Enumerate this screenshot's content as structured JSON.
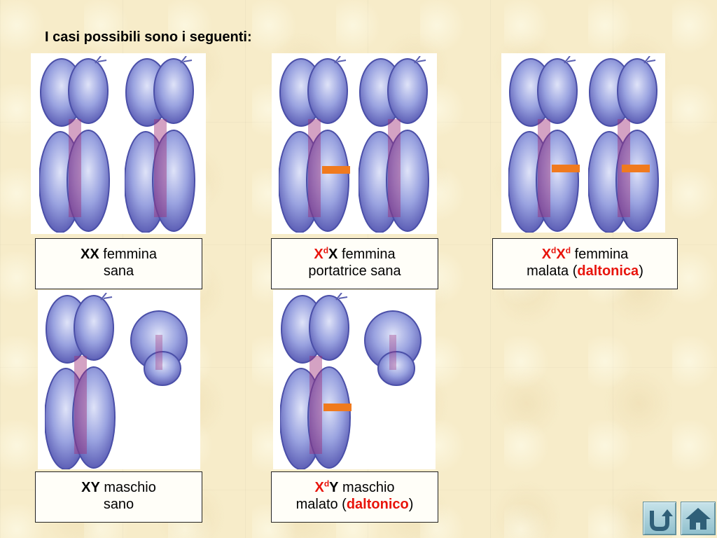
{
  "slide": {
    "title": "I casi possibili sono i seguenti:"
  },
  "cases": [
    {
      "g1": "XX",
      "g1_sup": "",
      "g2": "",
      "g2_sup": "",
      "desc": " femmina",
      "line2": "sana",
      "line2_red": "",
      "line2_end": ""
    },
    {
      "g1": "X",
      "g1_sup": "d",
      "g2": "X",
      "g2_sup": "",
      "desc": " femmina",
      "line2": "portatrice sana",
      "line2_red": "",
      "line2_end": ""
    },
    {
      "g1": "X",
      "g1_sup": "d",
      "g2": "X",
      "g2_sup": "d",
      "desc": " femmina",
      "line2": "malata  (",
      "line2_red": "daltonica",
      "line2_end": ")"
    },
    {
      "g1": "XY",
      "g1_sup": "",
      "g2": "",
      "g2_sup": "",
      "desc": " maschio",
      "line2": "sano",
      "line2_red": "",
      "line2_end": ""
    },
    {
      "g1": "X",
      "g1_sup": "d",
      "g2": "Y",
      "g2_sup": "",
      "desc": " maschio",
      "line2": "malato (",
      "line2_red": "daltonico",
      "line2_end": ")"
    }
  ],
  "nav": {
    "back_icon": "return-arrow-icon",
    "home_icon": "home-icon"
  },
  "colors": {
    "chromosome": "#7d86d4",
    "centromere": "#a0307a",
    "marker_band": "#f07a1e",
    "genotype_red": "#e8140c"
  }
}
